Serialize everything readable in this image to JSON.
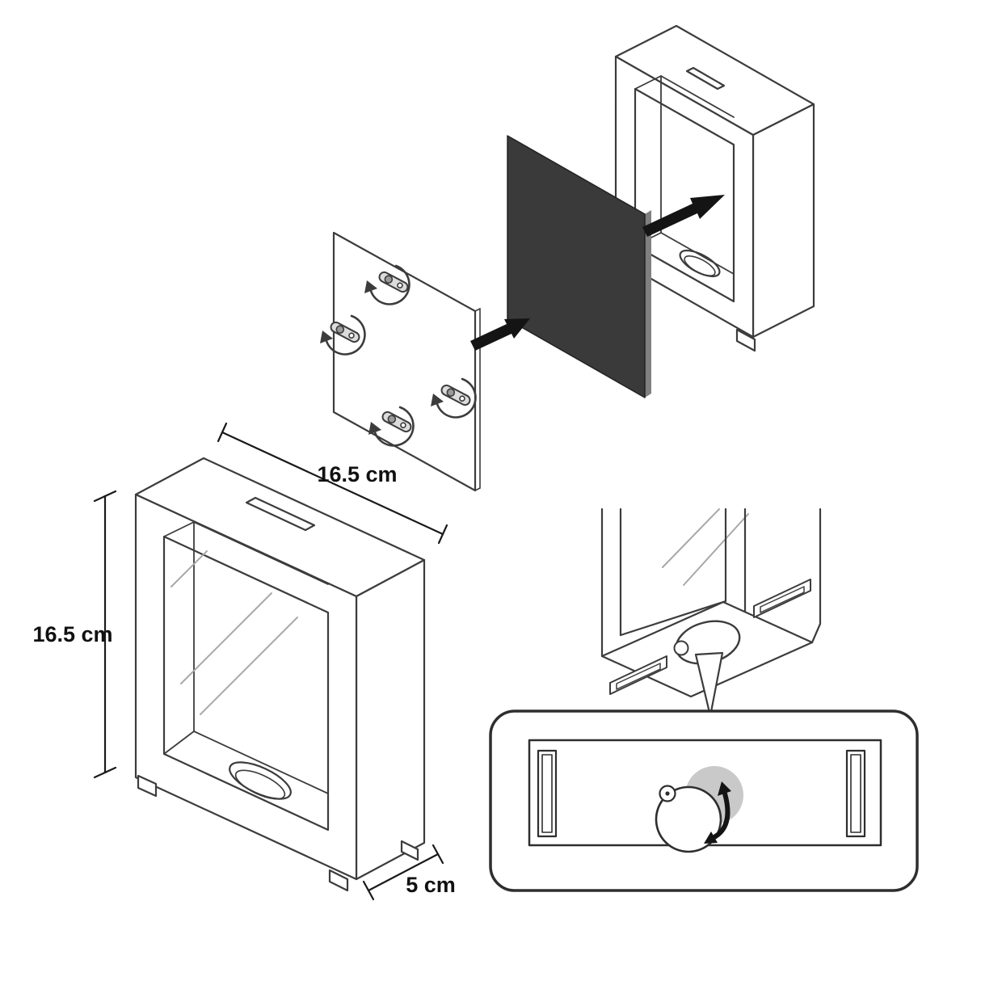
{
  "diagram": {
    "labels": {
      "width": "16.5 cm",
      "height": "16.5 cm",
      "depth": "5 cm"
    },
    "colors": {
      "line": "#3c3c3c",
      "panel": "#3a3a3a",
      "panel_edge": "#808080",
      "accent_gray": "#c9c9c9",
      "background": "#ffffff"
    },
    "icons": {
      "insert_arrow": "thick-arrow-up-right",
      "clip_rotation": "circular-rotate-arrow",
      "lid_rotation": "curved-double-arrow"
    }
  }
}
